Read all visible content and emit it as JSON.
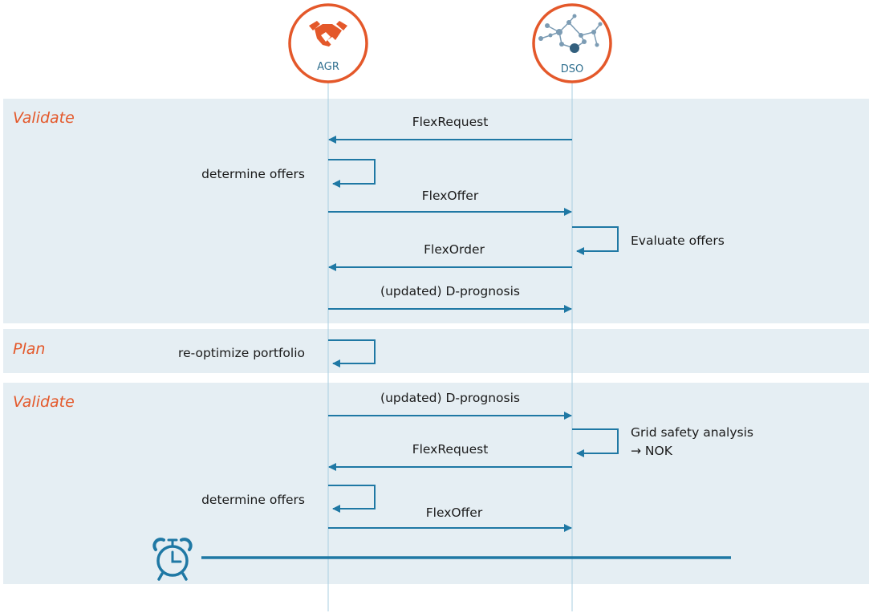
{
  "actors": {
    "agr": {
      "label": "AGR",
      "icon": "handshake-icon"
    },
    "dso": {
      "label": "DSO",
      "icon": "network-icon"
    }
  },
  "phases": [
    {
      "label": "Validate",
      "messages": [
        {
          "label": "FlexRequest",
          "from": "DSO",
          "to": "AGR"
        },
        {
          "label": "determine offers",
          "self": "AGR"
        },
        {
          "label": "FlexOffer",
          "from": "AGR",
          "to": "DSO"
        },
        {
          "label": "Evaluate offers",
          "self": "DSO"
        },
        {
          "label": "FlexOrder",
          "from": "DSO",
          "to": "AGR"
        },
        {
          "label": "(updated) D-prognosis",
          "from": "AGR",
          "to": "DSO"
        }
      ]
    },
    {
      "label": "Plan",
      "messages": [
        {
          "label": "re-optimize portfolio",
          "self": "AGR"
        }
      ]
    },
    {
      "label": "Validate",
      "messages": [
        {
          "label": "(updated) D-prognosis",
          "from": "AGR",
          "to": "DSO"
        },
        {
          "label": "Grid safety analysis",
          "label2": "→ NOK",
          "self": "DSO"
        },
        {
          "label": "FlexRequest",
          "from": "DSO",
          "to": "AGR"
        },
        {
          "label": "determine offers",
          "self": "AGR"
        },
        {
          "label": "FlexOffer",
          "from": "AGR",
          "to": "DSO"
        }
      ]
    }
  ],
  "timeout": {
    "icon": "alarm-clock-icon"
  },
  "colors": {
    "accent": "#e4582a",
    "arrow": "#1f78a4",
    "band": "#e5eef3",
    "lifeline": "#a9cfe0",
    "actor_label": "#2f6f8f"
  }
}
